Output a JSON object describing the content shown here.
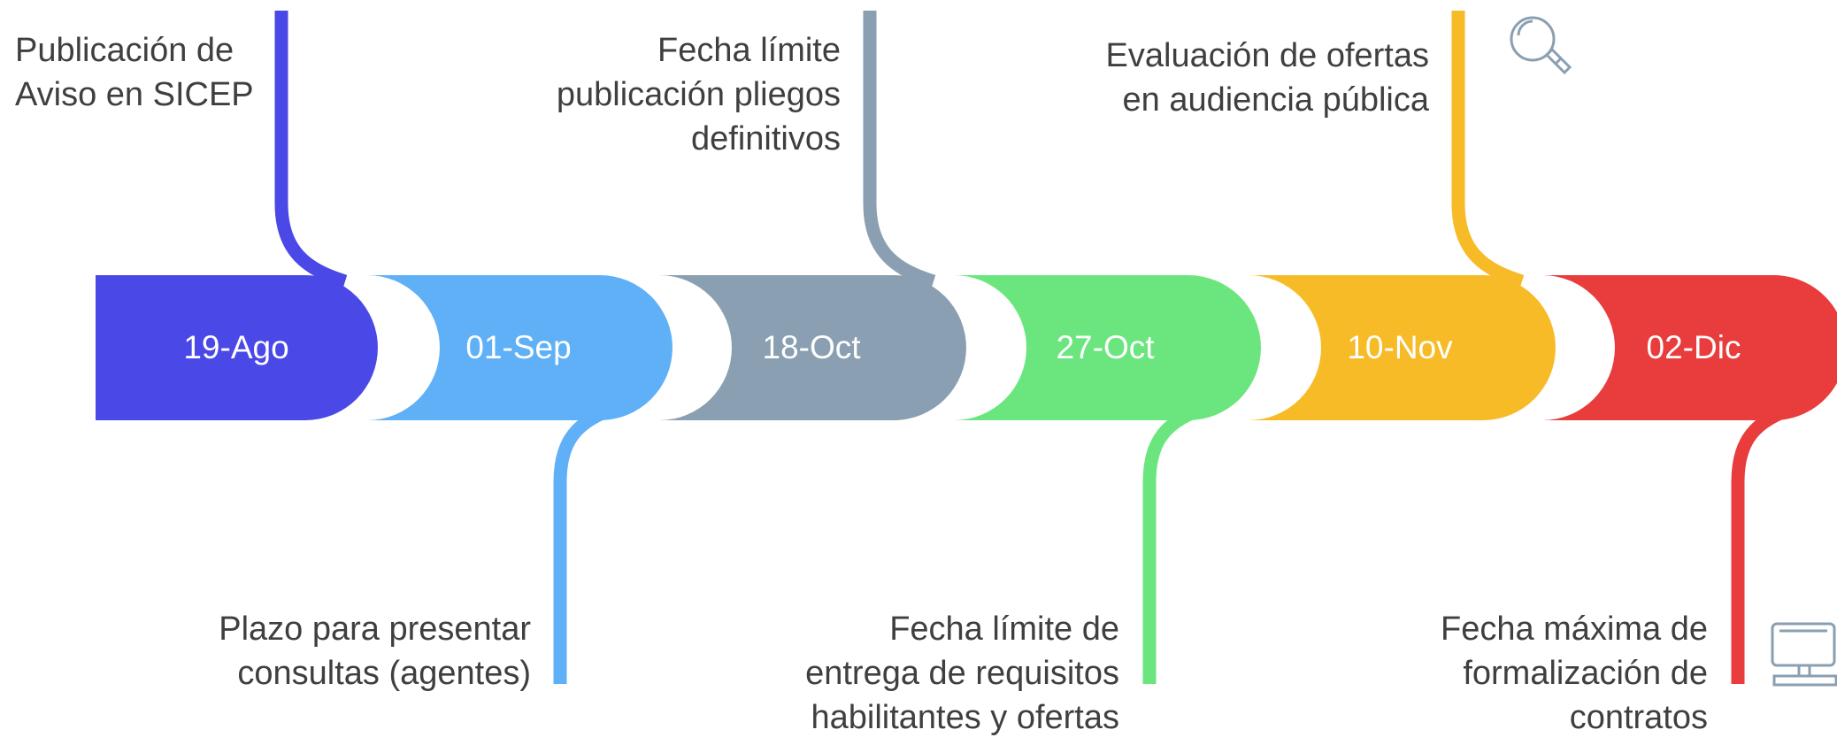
{
  "colors": {
    "m1": "#4a48e6",
    "m2": "#5fb0f7",
    "m3": "#8a9fb1",
    "m4": "#6be67f",
    "m5": "#f8bb28",
    "m6": "#e93c3c",
    "text": "#3f3f3f",
    "icon": "#8a9fb1"
  },
  "icons": {
    "top_right": "magnifier-icon",
    "bottom_right": "computer-monitor-icon"
  },
  "milestones": [
    {
      "date": "19-Ago",
      "description": "Publicación de\nAviso en SICEP",
      "position": "top"
    },
    {
      "date": "01-Sep",
      "description": "Plazo para presentar\nconsultas (agentes)",
      "position": "bottom"
    },
    {
      "date": "18-Oct",
      "description": "Fecha límite\npublicación pliegos\ndefinitivos",
      "position": "top"
    },
    {
      "date": "27-Oct",
      "description": "Fecha límite de\nentrega de requisitos\nhabilitantes y ofertas",
      "position": "bottom"
    },
    {
      "date": "10-Nov",
      "description": "Evaluación de ofertas\nen audiencia pública",
      "position": "top"
    },
    {
      "date": "02-Dic",
      "description": "Fecha máxima de\nformalización de\ncontratos",
      "position": "bottom"
    }
  ]
}
